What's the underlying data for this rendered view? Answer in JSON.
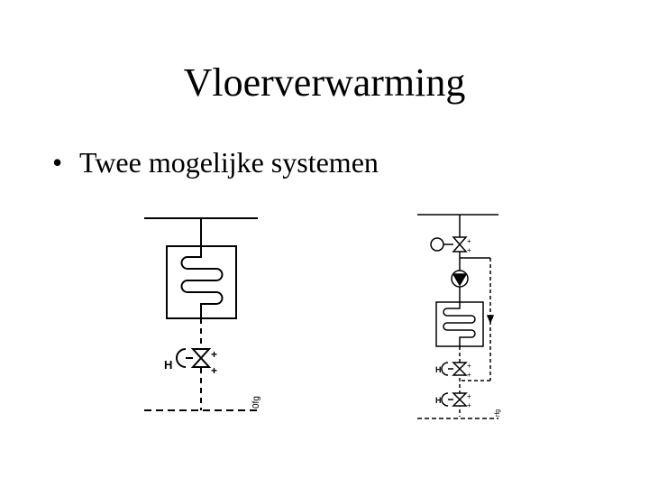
{
  "slide": {
    "title": "Vloerverwarming",
    "bullets": [
      {
        "symbol": "•",
        "text": "Twee mogelijke systemen"
      }
    ]
  },
  "diagram_left": {
    "heater_label": "H",
    "valve_marks": [
      "+",
      "+"
    ],
    "side_label": "0fg"
  },
  "diagram_right": {
    "heater_label_top": "H",
    "heater_label_bottom": "H",
    "valve_marks_top": [
      "+",
      "+"
    ],
    "valve_marks_mid": [
      "+",
      "+"
    ],
    "valve_marks_bottom": [
      "+",
      "+"
    ],
    "side_label": "rfg"
  },
  "colors": {
    "line": "#000000",
    "background": "#ffffff"
  }
}
